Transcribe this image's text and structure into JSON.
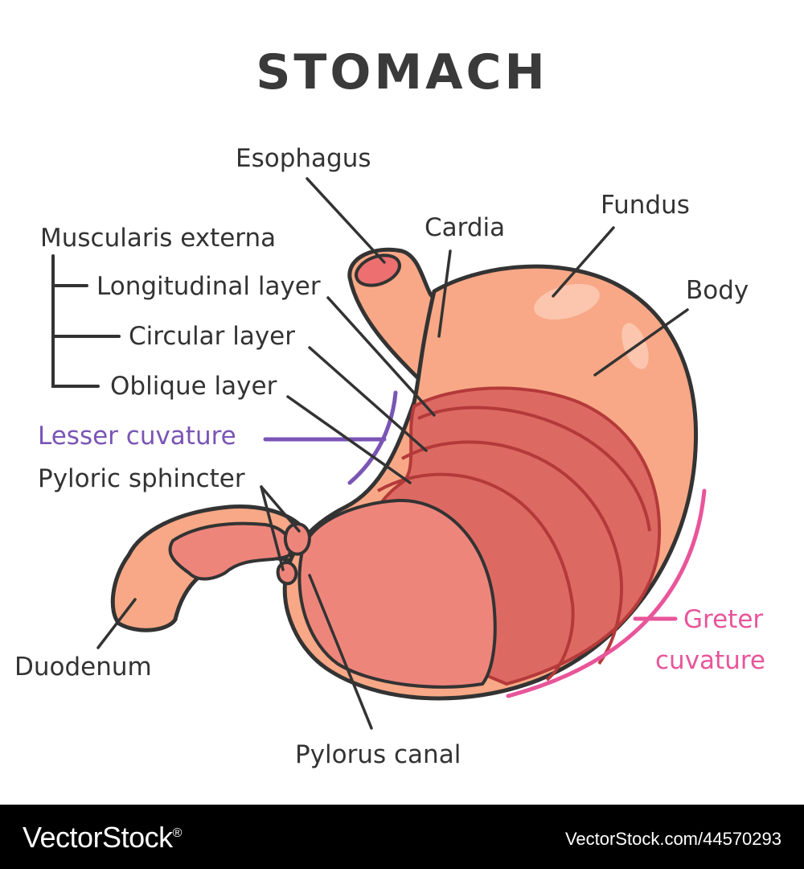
{
  "diagram": {
    "title": "STOMACH",
    "labels": {
      "esophagus": "Esophagus",
      "cardia": "Cardia",
      "fundus": "Fundus",
      "body": "Body",
      "muscularis_externa": "Muscularis externa",
      "longitudinal_layer": "Longitudinal layer",
      "circular_layer": "Circular layer",
      "oblique_layer": "Oblique layer",
      "lesser_curvature": "Lesser cuvature",
      "pyloric_sphincter": "Pyloric sphincter",
      "duodenum": "Duodenum",
      "pylorus_canal": "Pylorus canal",
      "greater_curvature_line1": "Greter",
      "greater_curvature_line2": "cuvature"
    }
  },
  "footer": {
    "brand": "VectorStock",
    "registered_mark": "®",
    "url_id": "VectorStock.com/44570293"
  },
  "colors": {
    "outline": "#333333",
    "stomach_fill": "#f8a886",
    "muscle_fill": "#dd6a62",
    "muscle_stroke": "#b43a3a",
    "inner_fill": "#ee857b",
    "lesser_curvature": "#7a55b5",
    "greater_curvature": "#e8559a"
  }
}
